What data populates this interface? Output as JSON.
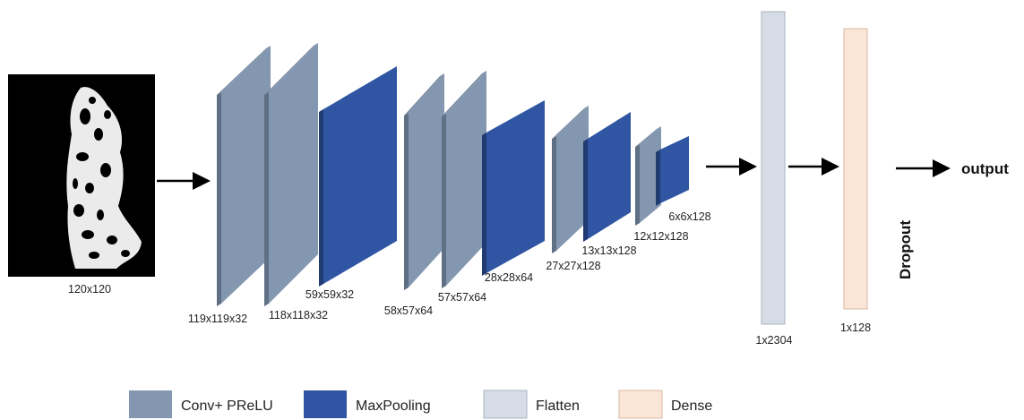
{
  "colors": {
    "conv": "#8497b0",
    "conv_top": "#7a8ca3",
    "conv_side": "#5f6f84",
    "maxpool": "#2f55a3",
    "maxpool_top": "#2a4c92",
    "maxpool_side": "#203a72",
    "flatten": "#d6dce5",
    "flatten_border": "#aab4c2",
    "dense": "#fbe5d6",
    "dense_border": "#d9b8a3",
    "arrow": "#000000"
  },
  "input": {
    "label": "120x120"
  },
  "blocks": [
    {
      "type": "conv",
      "label": "119x119x32"
    },
    {
      "type": "conv",
      "label": "118x118x32"
    },
    {
      "type": "maxpool",
      "label": "59x59x32"
    },
    {
      "type": "conv",
      "label": "58x57x64"
    },
    {
      "type": "conv",
      "label": "57x57x64"
    },
    {
      "type": "maxpool",
      "label": "28x28x64"
    },
    {
      "type": "conv",
      "label": "27x27x128"
    },
    {
      "type": "maxpool",
      "label": "13x13x128"
    },
    {
      "type": "conv",
      "label": "12x12x128"
    },
    {
      "type": "maxpool",
      "label": "6x6x128"
    }
  ],
  "flatten": {
    "label": "1x2304"
  },
  "dense": {
    "label": "1x128"
  },
  "dropout_label": "Dropout",
  "output_label": "output",
  "legend": [
    {
      "type": "conv",
      "label": "Conv+ PReLU"
    },
    {
      "type": "maxpool",
      "label": "MaxPooling"
    },
    {
      "type": "flatten",
      "label": "Flatten"
    },
    {
      "type": "dense",
      "label": "Dense"
    }
  ]
}
